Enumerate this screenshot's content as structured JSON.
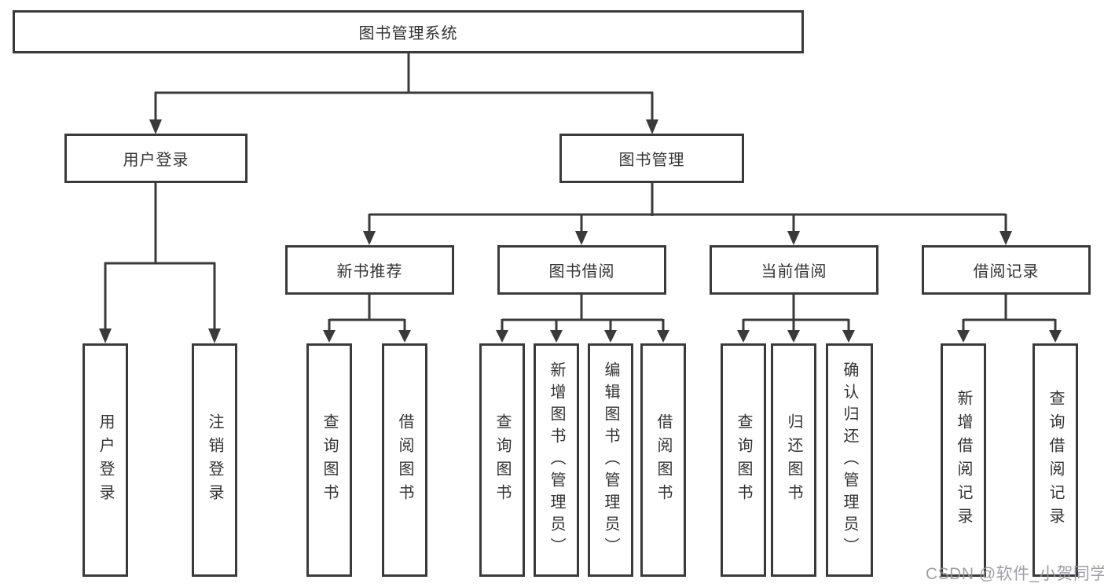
{
  "diagram": {
    "type": "org-chart",
    "root": "图书管理系统",
    "branches": [
      {
        "label": "用户登录",
        "children": [
          "用户登录",
          "注销登录"
        ]
      },
      {
        "label": "图书管理",
        "modules": [
          {
            "label": "新书推荐",
            "children": [
              "查询图书",
              "借阅图书"
            ]
          },
          {
            "label": "图书借阅",
            "children": [
              "查询图书",
              "新增图书（管理员）",
              "编辑图书（管理员）",
              "借阅图书"
            ]
          },
          {
            "label": "当前借阅",
            "children": [
              "查询图书",
              "归还图书",
              "确认归还（管理员）"
            ]
          },
          {
            "label": "借阅记录",
            "children": [
              "新增借阅记录",
              "查询借阅记录"
            ]
          }
        ]
      }
    ],
    "watermark": "CSDN @软件_小贺同学",
    "colors": {
      "line": "#3a3a3a",
      "text": "#333333",
      "box_background": "#ffffff",
      "watermark": "#96969e",
      "page_background": "#ffffff"
    }
  }
}
